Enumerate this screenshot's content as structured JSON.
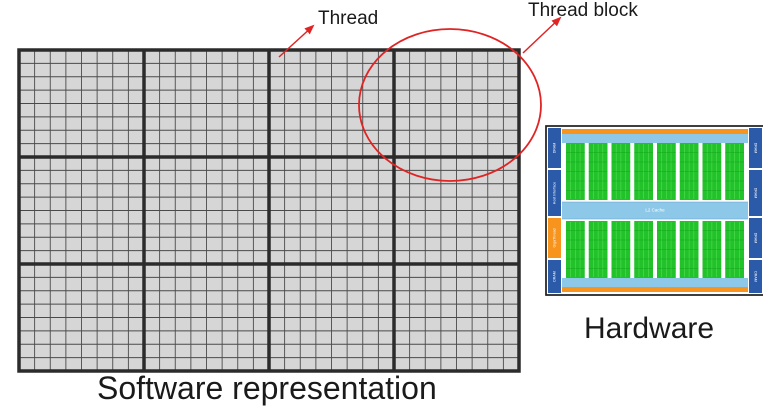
{
  "annotations": {
    "thread": "Thread",
    "thread_block": "Thread block"
  },
  "captions": {
    "software": "Software representation",
    "hardware": "Hardware"
  },
  "grid": {
    "block_rows": 3,
    "block_cols": 4,
    "threads_per_block_rows": 8,
    "threads_per_block_cols": 8
  },
  "hardware_die": {
    "center_label": "L2 Cache",
    "left_labels": [
      "DRAM",
      "Host Interface",
      "GigaThread",
      "DRAM"
    ],
    "right_labels": [
      "DRAM",
      "DRAM",
      "DRAM",
      "DRAM"
    ],
    "sm_count_per_row": 8
  },
  "colors": {
    "grid_cell": "#d6d6d6",
    "grid_line": "#2b2b2b",
    "annotation": "#e02424",
    "die_blue": "#8ec8e8",
    "die_dark_blue": "#2a5aa8",
    "die_orange": "#f7941d",
    "die_green": "#22c22a",
    "text": "#1a1a1a"
  }
}
